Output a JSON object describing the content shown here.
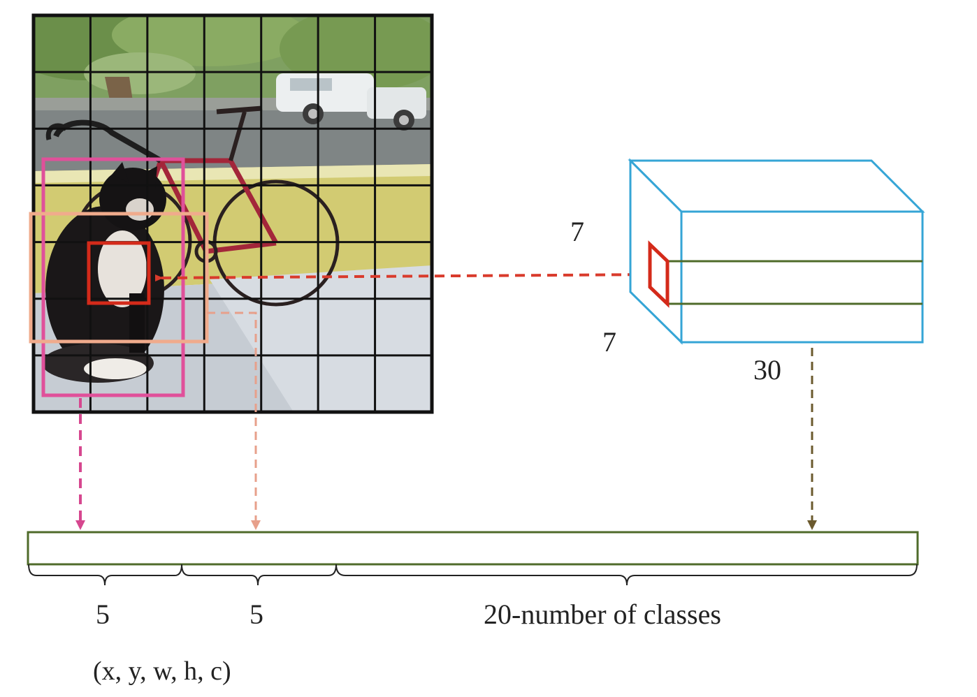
{
  "labels": {
    "dim_height": "7",
    "dim_width": "7",
    "dim_depth": "30",
    "segment_box1": "5",
    "segment_box2": "5",
    "segment_classes": "20-number of classes",
    "box_params": "(x, y, w, h, c)"
  },
  "grid": {
    "rows": 7,
    "cols": 7
  },
  "colors": {
    "grid_line": "#111111",
    "pink_box": "#e0509a",
    "peach_box": "#f0ab8c",
    "red_cell": "#d42a1a",
    "arrow_red": "#d93b2c",
    "arrow_pink": "#d6478f",
    "arrow_peach": "#e7a08b",
    "arrow_green": "#6b5a2e",
    "cube_blue": "#35a5d6",
    "cube_band": "#4f6b2a",
    "vector_border": "#4f6b2a"
  },
  "icons": {
    "photo": "dog-and-bicycle-photo"
  }
}
